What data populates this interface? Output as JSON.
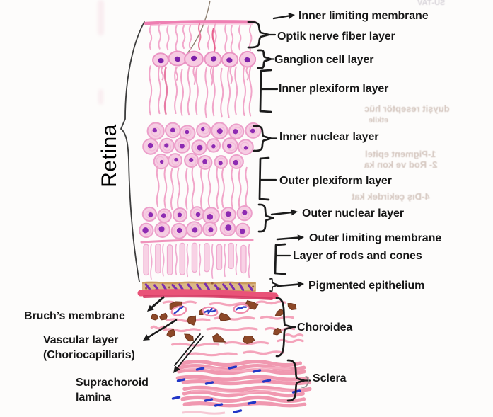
{
  "side_label": "Retina",
  "annotations": {
    "right": [
      {
        "text": "Inner limiting membrane",
        "connector": "arrow"
      },
      {
        "text": "Optik nerve fiber layer",
        "connector": "brace"
      },
      {
        "text": "Ganglion cell layer",
        "connector": "brace"
      },
      {
        "text": "Inner plexiform layer",
        "connector": "bracket"
      },
      {
        "text": "Inner nuclear layer",
        "connector": "brace"
      },
      {
        "text": "Outer plexiform layer",
        "connector": "bracket"
      },
      {
        "text": "Outer nuclear layer",
        "connector": "brace-arrow"
      },
      {
        "text": "Outer limiting membrane",
        "connector": "arrow"
      },
      {
        "text": "Layer of rods and cones",
        "connector": "bracket"
      },
      {
        "text": "Pigmented epithelium",
        "connector": "brace-arrow"
      },
      {
        "text": "Choroidea",
        "connector": "brace"
      },
      {
        "text": "Sclera",
        "connector": "brace"
      }
    ],
    "left": [
      {
        "text": "Bruch’s membrane",
        "connector": "arrow"
      },
      {
        "line1": "Vascular layer",
        "line2": "(Choriocapillaris)",
        "connector": "arrow"
      },
      {
        "line1": "Suprachoroid",
        "line2": "lamina",
        "connector": "arrow"
      }
    ]
  },
  "background_artifacts": {
    "bleedthrough": [
      "duyşit reseptör hüc",
      "etkile",
      "1-Pigment epitel",
      "2- Rod ve kon ka",
      "4-Dış çekirdek kat",
      "SU-TAV"
    ]
  },
  "palette": {
    "ink_black": "#1b1b1b",
    "fiber_pink": "#f2a5c9",
    "membrane_pink": "#ee7fb2",
    "deep_red": "#e95378",
    "cell_fill": "#f6cde3",
    "cell_outline": "#ec9fca",
    "nucleus_purple": "#8d2bb2",
    "pigment_tan": "#d9b47f",
    "melanocyte_brown": "#8d4828",
    "vessel_blue": "#2b3ec6"
  }
}
